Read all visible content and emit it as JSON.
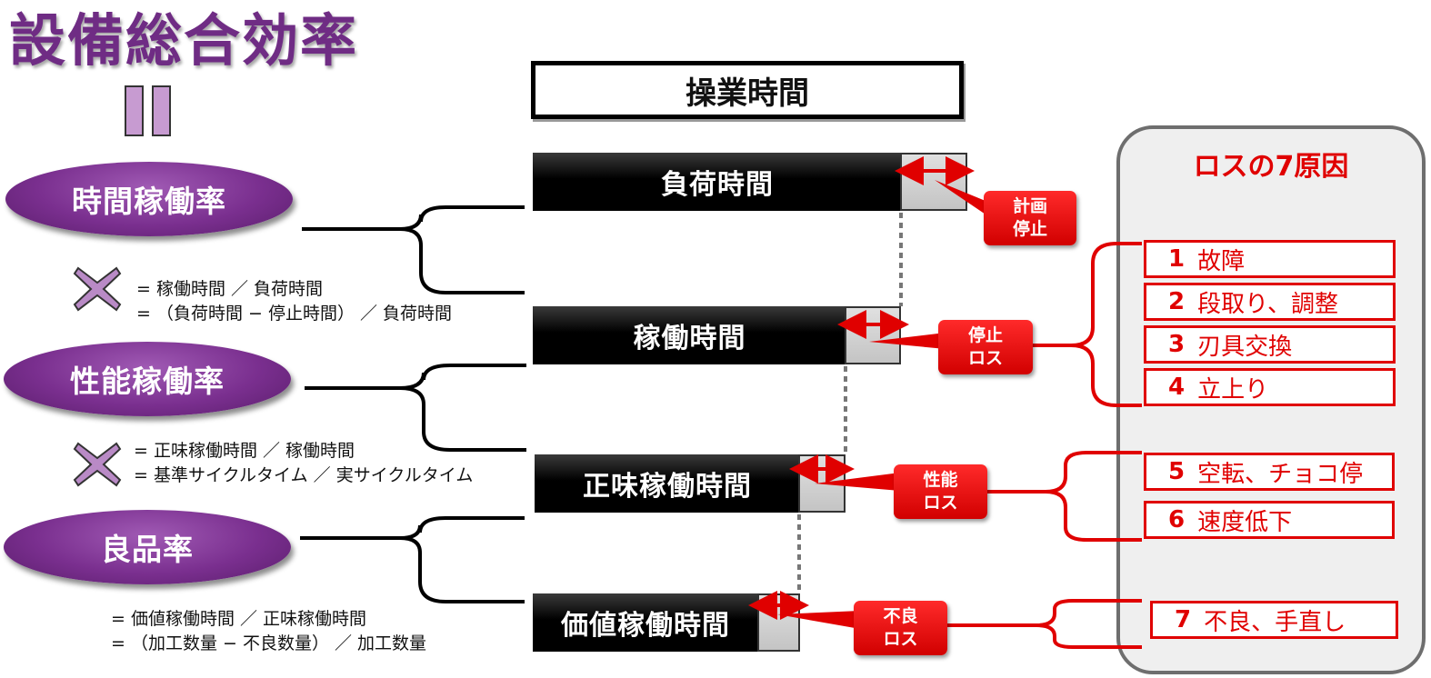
{
  "title": "設備総合効率",
  "ratios": [
    {
      "label": "時間稼働率",
      "formula1": "= 稼働時間 ／ 負荷時間",
      "formula2": "= （負荷時間 − 停止時間） ／ 負荷時間"
    },
    {
      "label": "性能稼働率",
      "formula1": "= 正味稼働時間 ／ 稼働時間",
      "formula2": "= 基準サイクルタイム ／ 実サイクルタイム"
    },
    {
      "label": "良品率",
      "formula1": "= 価値稼働時間 ／ 正味稼働時間",
      "formula2": "= （加工数量 − 不良数量） ／ 加工数量"
    }
  ],
  "operating_time": "操業時間",
  "bars": [
    "負荷時間",
    "稼働時間",
    "正味稼働時間",
    "価値稼働時間"
  ],
  "callouts": [
    {
      "line1": "計画",
      "line2": "停止"
    },
    {
      "line1": "停止",
      "line2": "ロス"
    },
    {
      "line1": "性能",
      "line2": "ロス"
    },
    {
      "line1": "不良",
      "line2": "ロス"
    }
  ],
  "causes_title": "ロスの7原因",
  "causes": [
    {
      "num": "1",
      "label": "故障"
    },
    {
      "num": "2",
      "label": "段取り、調整"
    },
    {
      "num": "3",
      "label": "刃具交換"
    },
    {
      "num": "4",
      "label": "立上り"
    },
    {
      "num": "5",
      "label": "空転、チョコ停"
    },
    {
      "num": "6",
      "label": "速度低下"
    },
    {
      "num": "7",
      "label": "不良、手直し"
    }
  ],
  "colors": {
    "purple": "#7a2f8f",
    "red": "#e00000",
    "equals_bar": "#c79bd1"
  }
}
